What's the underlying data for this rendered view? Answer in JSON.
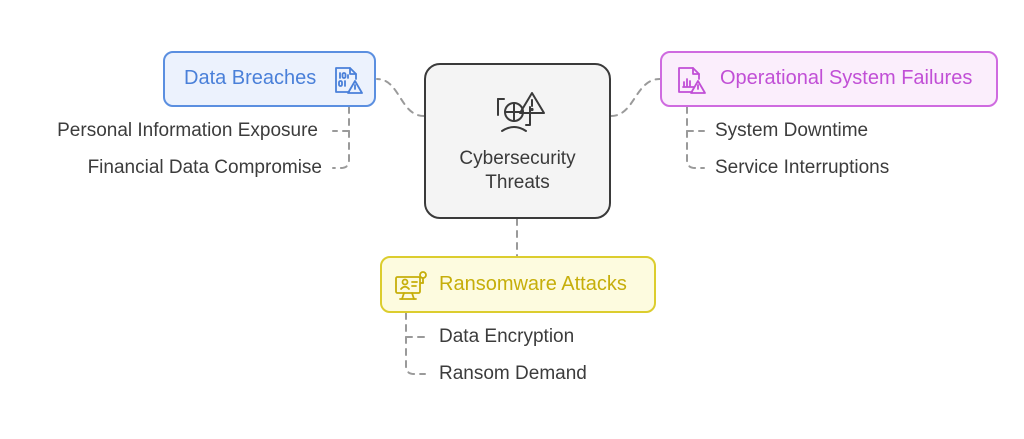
{
  "center": {
    "title_line1": "Cybersecurity",
    "title_line2": "Threats",
    "icon": "shield-warning-icon",
    "colors": {
      "border": "#3a3a3a",
      "fill": "#f4f4f4"
    }
  },
  "branches": [
    {
      "title": "Data Breaches",
      "icon": "binary-file-warning-icon",
      "color": "#4a80d9",
      "items": [
        "Personal Information Exposure",
        "Financial Data Compromise"
      ]
    },
    {
      "title": "Operational System Failures",
      "icon": "chart-file-warning-icon",
      "color": "#c14fd6",
      "items": [
        "System Downtime",
        "Service Interruptions"
      ]
    },
    {
      "title": "Ransomware Attacks",
      "icon": "monitor-user-icon",
      "color": "#c6ae0a",
      "items": [
        "Data Encryption",
        "Ransom Demand"
      ]
    }
  ]
}
